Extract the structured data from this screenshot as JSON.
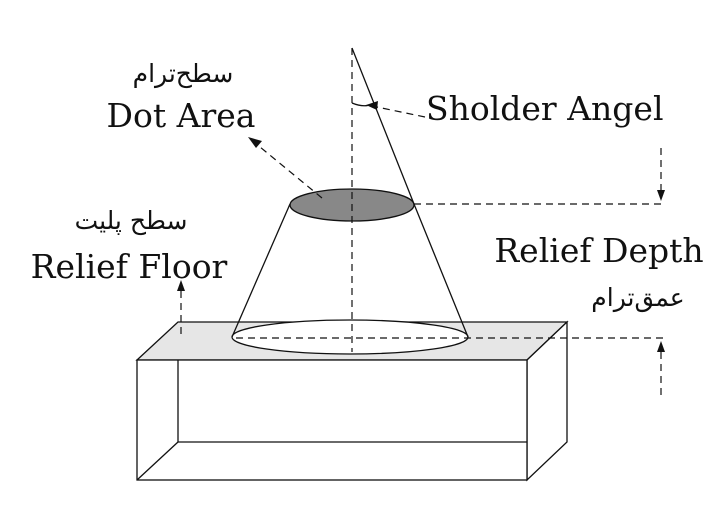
{
  "labels": {
    "dot_area_fa": "سطح‌ترام",
    "dot_area_en": "Dot Area",
    "shoulder_angle_en": "Sholder Angel",
    "relief_floor_fa": "سطح پلیت",
    "relief_floor_en": "Relief  Floor",
    "relief_depth_en": "Relief  Depth",
    "relief_depth_fa": "عمق‌ترام"
  },
  "colors": {
    "line": "#111111",
    "plate_top": "#e6e6e6",
    "dot_area": "#888888",
    "background": "#ffffff"
  }
}
